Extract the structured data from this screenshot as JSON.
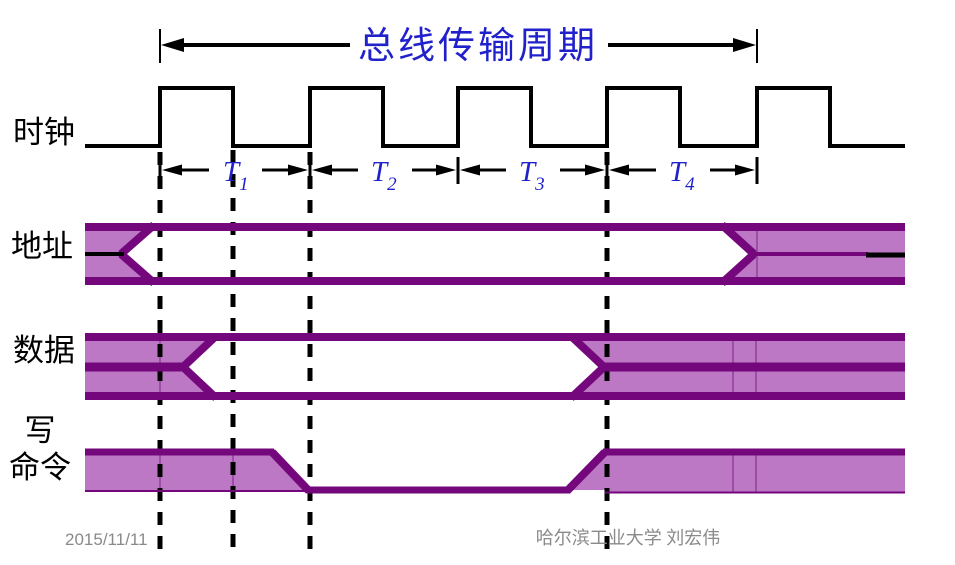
{
  "title": "总线传输周期",
  "labels": {
    "clock": "时钟",
    "address": "地址",
    "data": "数据",
    "write_1": "写",
    "write_2": "命令"
  },
  "periods": [
    {
      "base": "T",
      "sub": "1"
    },
    {
      "base": "T",
      "sub": "2"
    },
    {
      "base": "T",
      "sub": "3"
    },
    {
      "base": "T",
      "sub": "4"
    }
  ],
  "footer": {
    "date": "2015/11/11",
    "credit": "哈尔滨工业大学 刘宏伟"
  },
  "colors": {
    "purple-dark": "#75077D",
    "purple-fill": "#BC77C5",
    "seam": "#94439F",
    "blue": "#2121CC",
    "gray": "#8a8a8a",
    "bg": "#FFFFFF"
  }
}
